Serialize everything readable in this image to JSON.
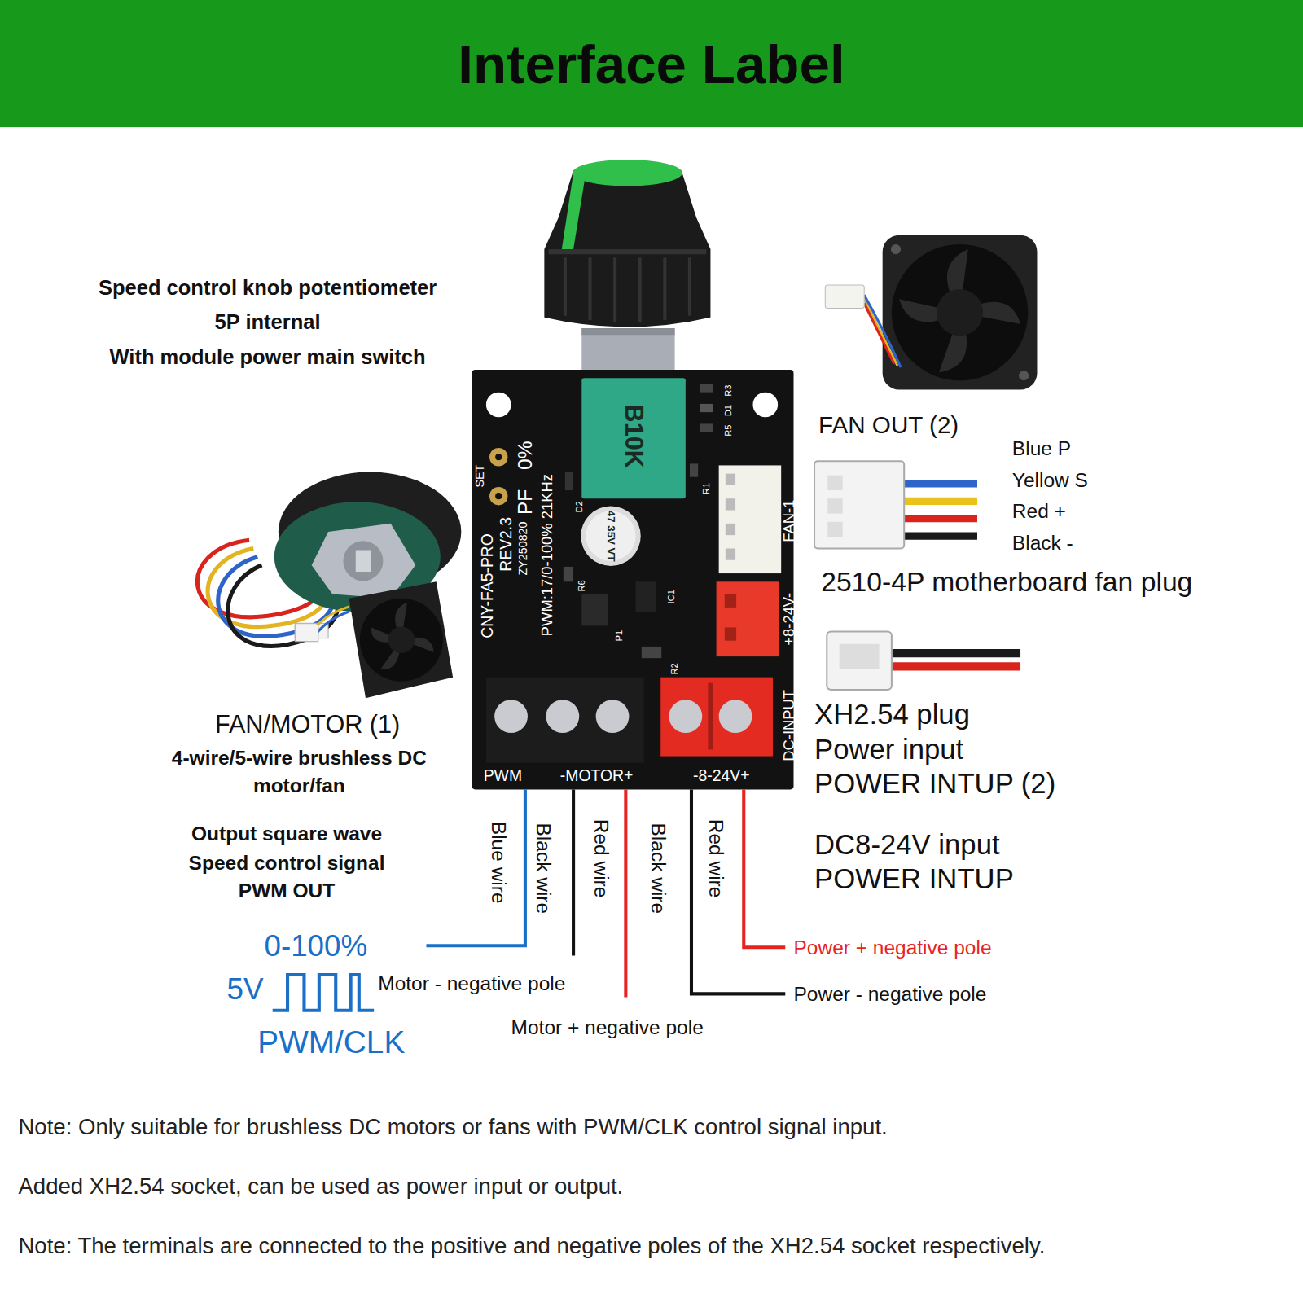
{
  "diagram": {
    "title": "Interface Label",
    "labels": [
      "Speed control knob potentiometer",
      "5P internal",
      "With module power main switch",
      "B10K",
      "R3",
      "D1",
      "R5",
      "FAN OUT (2)",
      "Blue P",
      "Yellow S",
      "Red +",
      "Black -",
      "0%",
      "SET",
      "PF",
      "R1",
      "CNY-FA5-PRO",
      "REV2.3",
      "ZY250820",
      "PWM:17/0-100% 21KHz",
      "D2",
      "47 35V VT",
      "FAN-1",
      "2510-4P motherboard fan plug",
      "R6",
      "P1",
      "IC1",
      "+8-24V-",
      "R2",
      "DC-INPUT",
      "XH2.54 plug",
      "Power input",
      "POWER INTUP (2)",
      "FAN/MOTOR (1)",
      "4-wire/5-wire brushless DC",
      "motor/fan",
      "PWM",
      "-MOTOR+",
      "-8-24V+",
      "Output square wave",
      "Speed control signal",
      "PWM OUT",
      "DC8-24V input",
      "POWER INTUP",
      "Blue wire",
      "Black wire",
      "Red wire",
      "Black wire",
      "Red wire",
      "0-100%",
      "Power + negative pole",
      "5V",
      "Motor - negative pole",
      "Power - negative pole",
      "Motor + negative pole",
      "PWM/CLK",
      "Note: Only suitable for brushless DC motors or fans with PWM/CLK control signal input.",
      "Added XH2.54 socket, can be used as power input or output.",
      "Note: The terminals are connected to the positive and negative poles of the XH2.54 socket respectively."
    ]
  }
}
